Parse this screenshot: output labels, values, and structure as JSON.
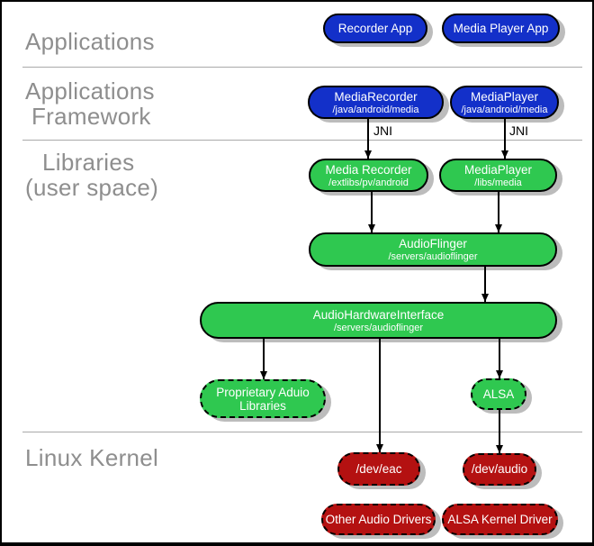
{
  "diagram": {
    "layers": {
      "applications": {
        "lines": [
          "Applications"
        ]
      },
      "applications_framework": {
        "lines": [
          "Applications",
          "Framework"
        ]
      },
      "libraries": {
        "lines": [
          "Libraries",
          "(user space)"
        ]
      },
      "linux_kernel": {
        "lines": [
          "Linux Kernel"
        ]
      }
    },
    "nodes": {
      "recorder_app": {
        "title": "Recorder App"
      },
      "media_player_app": {
        "title": "Media Player App"
      },
      "media_recorder_fw": {
        "title": "MediaRecorder",
        "subtitle": "/java/android/media"
      },
      "media_player_fw": {
        "title": "MediaPlayer",
        "subtitle": "/java/android/media"
      },
      "media_recorder_lib": {
        "title": "Media Recorder",
        "subtitle": "/extlibs/pv/android"
      },
      "media_player_lib": {
        "title": "MediaPlayer",
        "subtitle": "/libs/media"
      },
      "audio_flinger": {
        "title": "AudioFlinger",
        "subtitle": "/servers/audioflinger"
      },
      "audio_hardware_interface": {
        "title": "AudioHardwareInterface",
        "subtitle": "/servers/audioflinger"
      },
      "proprietary_audio_libraries": {
        "lines": [
          "Proprietary Aduio",
          "Libraries"
        ]
      },
      "alsa": {
        "title": "ALSA"
      },
      "dev_eac": {
        "title": "/dev/eac"
      },
      "dev_audio": {
        "title": "/dev/audio"
      },
      "other_audio_drivers": {
        "title": "Other Audio Drivers"
      },
      "alsa_kernel_driver": {
        "title": "ALSA Kernel Driver"
      }
    },
    "edge_labels": {
      "jni_left": "JNI",
      "jni_right": "JNI"
    },
    "colors": {
      "framework_blue": "#1330c9",
      "library_green": "#2fc850",
      "kernel_red": "#b41111",
      "node_text": "#ffffff",
      "shadow_gray": "#bcbcbc",
      "layer_label_gray": "#8e8e8e",
      "separator_gray": "#a9a9a9",
      "border_black": "#000000"
    }
  }
}
